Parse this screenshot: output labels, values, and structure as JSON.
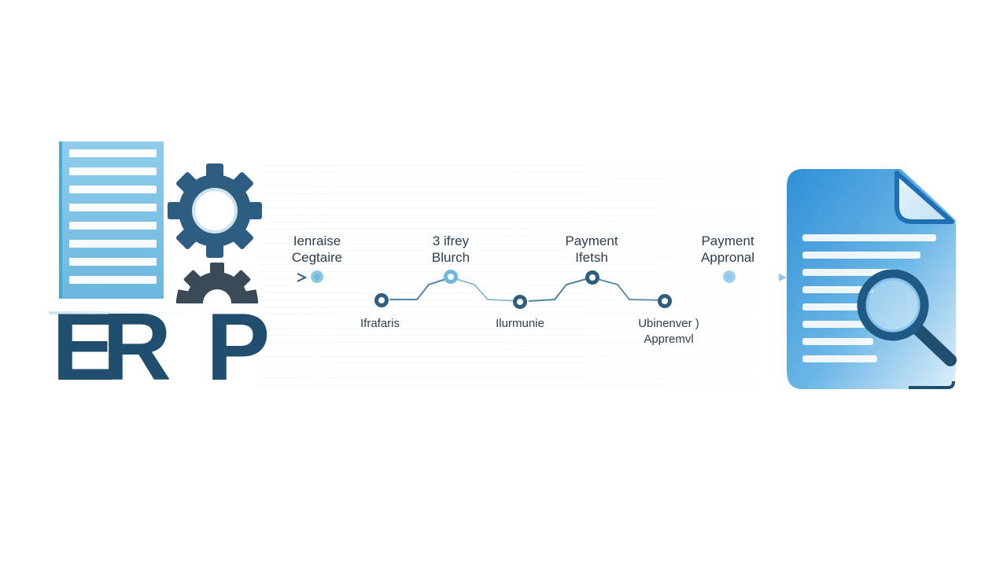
{
  "logo": {
    "letters": [
      "E",
      "R",
      "P"
    ]
  },
  "icons": {
    "left": [
      "server-document-icon",
      "gear-icon",
      "half-gear-icon"
    ],
    "right": [
      "document-icon",
      "magnifier-icon"
    ]
  },
  "flow": {
    "upper_steps": [
      {
        "line1": "Ienraise",
        "line2": "Cegtaire"
      },
      {
        "line1": "3 ifrey",
        "line2": "Blurch"
      },
      {
        "line1": "Payment",
        "line2": "Ifetsh"
      },
      {
        "line1": "Payment",
        "line2": "Appronal"
      }
    ],
    "lower_steps": [
      {
        "line1": "Ifrafaris",
        "line2": ""
      },
      {
        "line1": "Ilurmunie",
        "line2": ""
      },
      {
        "line1": "Ubinenver )",
        "line2": "Appremvl"
      }
    ]
  },
  "colors": {
    "dark_navy": "#1f4e6f",
    "accent_blue": "#4aa6d6",
    "light_blue": "#8ecdea",
    "node_dark": "#2f5e7e",
    "node_light": "#6fb9dd"
  }
}
